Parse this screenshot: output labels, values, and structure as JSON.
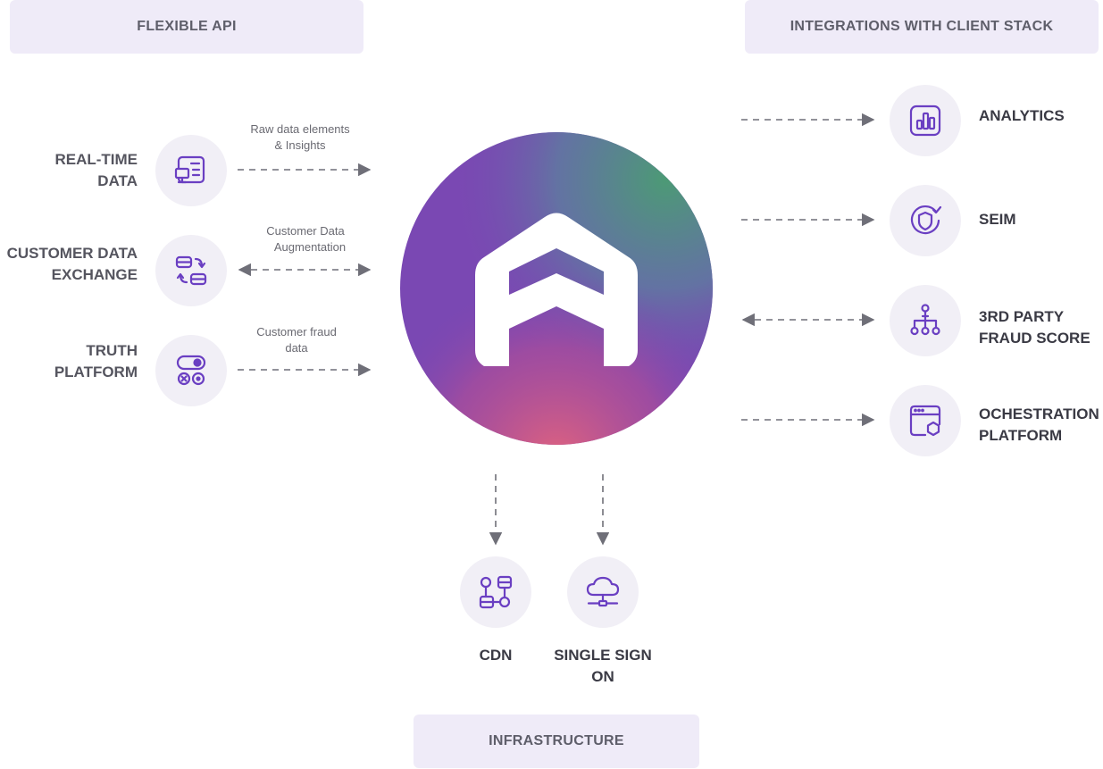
{
  "headers": {
    "flexible_api": "FLEXIBLE API",
    "integrations": "INTEGRATIONS WITH CLIENT STACK",
    "infrastructure": "INFRASTRUCTURE"
  },
  "left": {
    "realtime": {
      "label_1": "REAL-TIME",
      "label_2": "DATA",
      "note_1": "Raw data elements",
      "note_2": "& Insights",
      "icon": "monitor-data-icon"
    },
    "exchange": {
      "label_1": "CUSTOMER DATA",
      "label_2": "EXCHANGE",
      "note_1": "Customer Data",
      "note_2": "Augmentation",
      "icon": "database-exchange-icon"
    },
    "truth": {
      "label_1": "TRUTH",
      "label_2": "PLATFORM",
      "note_1": "Customer fraud",
      "note_2": "data",
      "icon": "toggle-platform-icon"
    }
  },
  "right": {
    "analytics": {
      "label_1": "ANALYTICS",
      "icon": "bar-chart-icon"
    },
    "seim": {
      "label_1": "SEIM",
      "icon": "shield-check-icon"
    },
    "fraud": {
      "label_1": "3RD PARTY",
      "label_2": "FRAUD SCORE",
      "icon": "hierarchy-icon"
    },
    "orchestration": {
      "label_1": "OCHESTRATION",
      "label_2": "PLATFORM",
      "icon": "browser-gear-icon"
    }
  },
  "bottom": {
    "cdn": {
      "label_1": "CDN",
      "icon": "network-nodes-icon"
    },
    "sso": {
      "label_1": "SINGLE SIGN",
      "label_2": "ON",
      "icon": "cloud-network-icon"
    }
  },
  "colors": {
    "accent": "#6a3fc2",
    "pill_bg": "#efebf8",
    "node_bg": "#f1eff6",
    "line": "#6f6f78"
  }
}
